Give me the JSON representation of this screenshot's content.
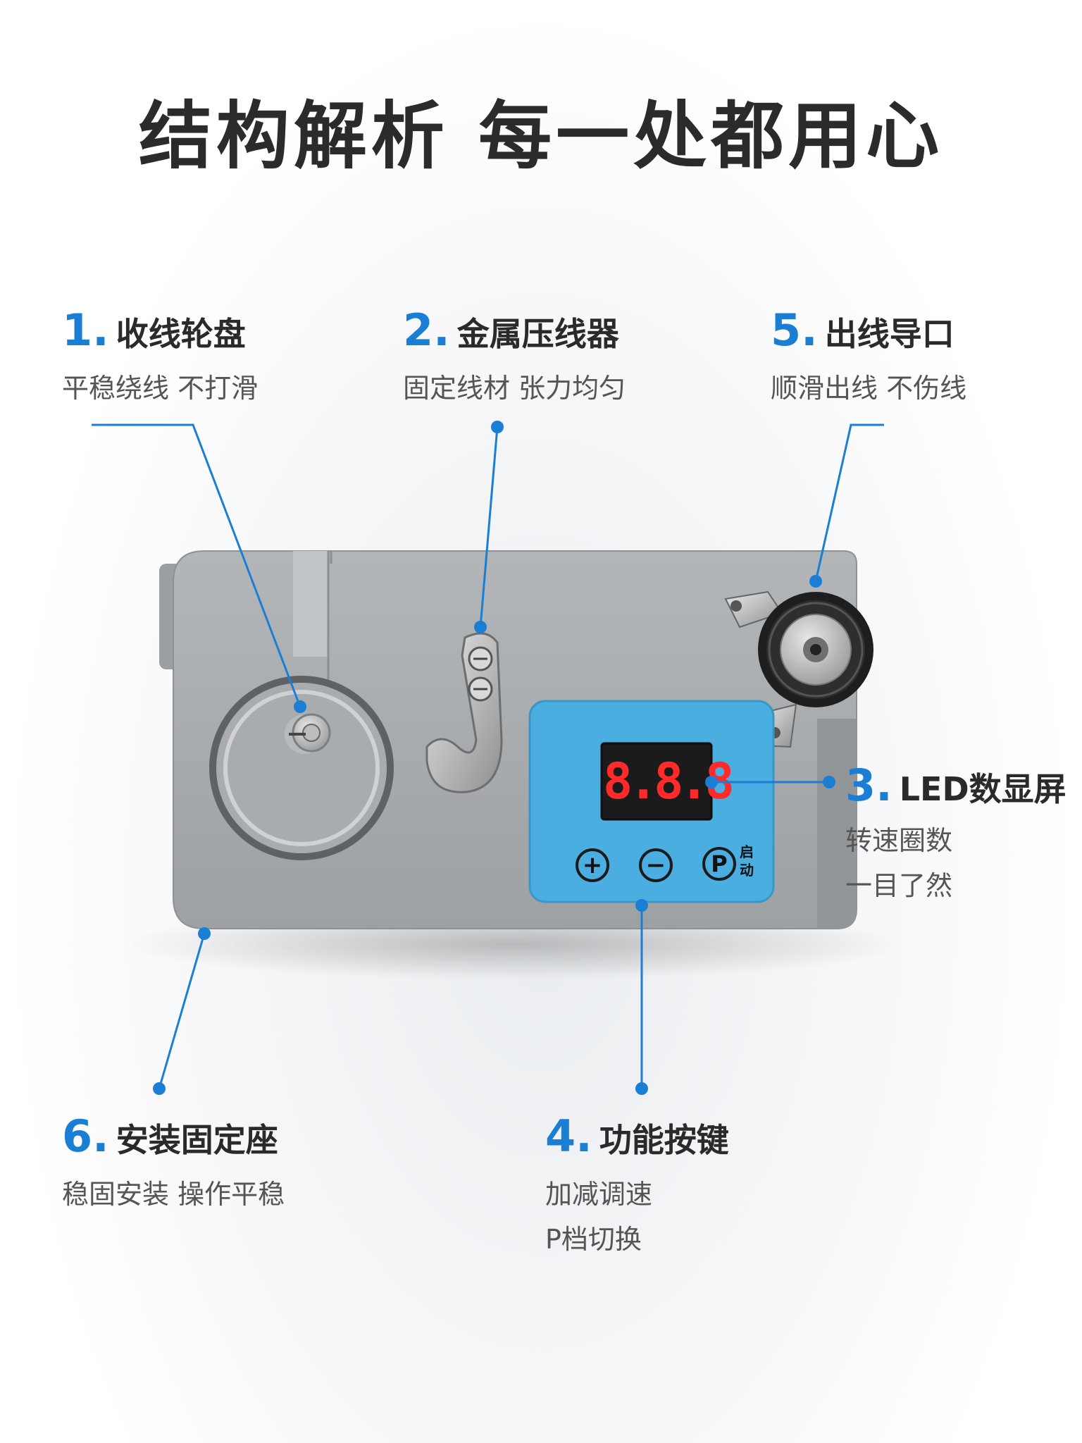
{
  "title": "结构解析 每一处都用心",
  "callouts": [
    {
      "num": "1.",
      "label": "收线轮盘",
      "desc": [
        "平稳绕线 不打滑"
      ]
    },
    {
      "num": "2.",
      "label": "金属压线器",
      "desc": [
        "固定线材 张力均匀"
      ]
    },
    {
      "num": "5.",
      "label": "出线导口",
      "desc": [
        "顺滑出线 不伤线"
      ]
    },
    {
      "num": "3.",
      "label": "LED数显屏",
      "desc": [
        "转速圈数",
        "一目了然"
      ]
    },
    {
      "num": "6.",
      "label": "安装固定座",
      "desc": [
        "稳固安装 操作平稳"
      ]
    },
    {
      "num": "4.",
      "label": "功能按键",
      "desc": [
        "加减调速",
        "P档切换"
      ]
    }
  ],
  "device": {
    "display_value": "8.8.8",
    "buttons": {
      "plus": "+",
      "minus": "−",
      "p": "P",
      "start": "启动"
    }
  },
  "colors": {
    "accent": "#1a7fd4",
    "panel": "#4aaee0",
    "body": "#a8abae"
  }
}
